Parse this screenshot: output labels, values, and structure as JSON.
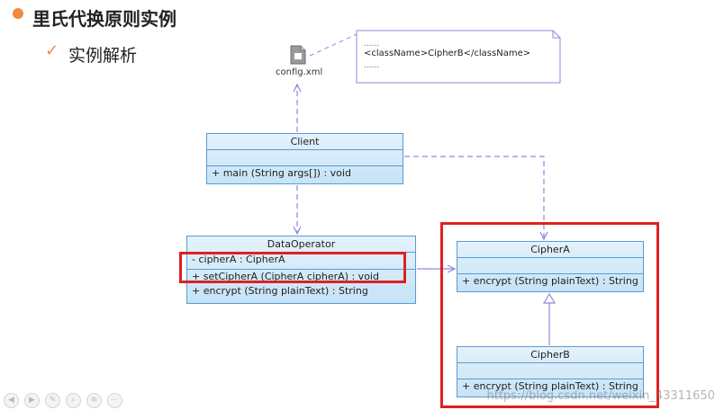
{
  "slide": {
    "title": "里氏代换原则实例",
    "subtitle": "实例解析",
    "bullet_color": "#f08a3c"
  },
  "diagram": {
    "config_file": {
      "icon": "xml-file-icon",
      "label": "config.xml"
    },
    "note": {
      "line1": "......",
      "line2": "<className>CipherB</className>",
      "line3": "......"
    },
    "classes": {
      "client": {
        "name": "Client",
        "attributes": [],
        "operations": [
          "+ main (String args[]) : void"
        ]
      },
      "data_operator": {
        "name": "DataOperator",
        "attributes": [
          "- cipherA : CipherA"
        ],
        "operations": [
          "+ setCipherA (CipherA cipherA) : void",
          "+ encrypt (String plainText)         : String"
        ]
      },
      "cipher_a": {
        "name": "CipherA",
        "attributes": [],
        "operations": [
          "+ encrypt (String plainText) : String"
        ]
      },
      "cipher_b": {
        "name": "CipherB",
        "attributes": [],
        "operations": [
          "+ encrypt (String plainText) : String"
        ]
      }
    },
    "colors": {
      "class_border": "#5b9bd5",
      "class_fill": "#d4ebfa",
      "highlight": "#e02020",
      "connector": "#8a8ae0",
      "note_border": "#8a8ae0"
    }
  },
  "watermark": "https://blog.csdn.net/weixin_43311650",
  "toolbar": {
    "icons": [
      "prev-arrow-icon",
      "next-arrow-icon",
      "pen-icon",
      "search-icon",
      "menu-icon",
      "more-icon"
    ]
  }
}
